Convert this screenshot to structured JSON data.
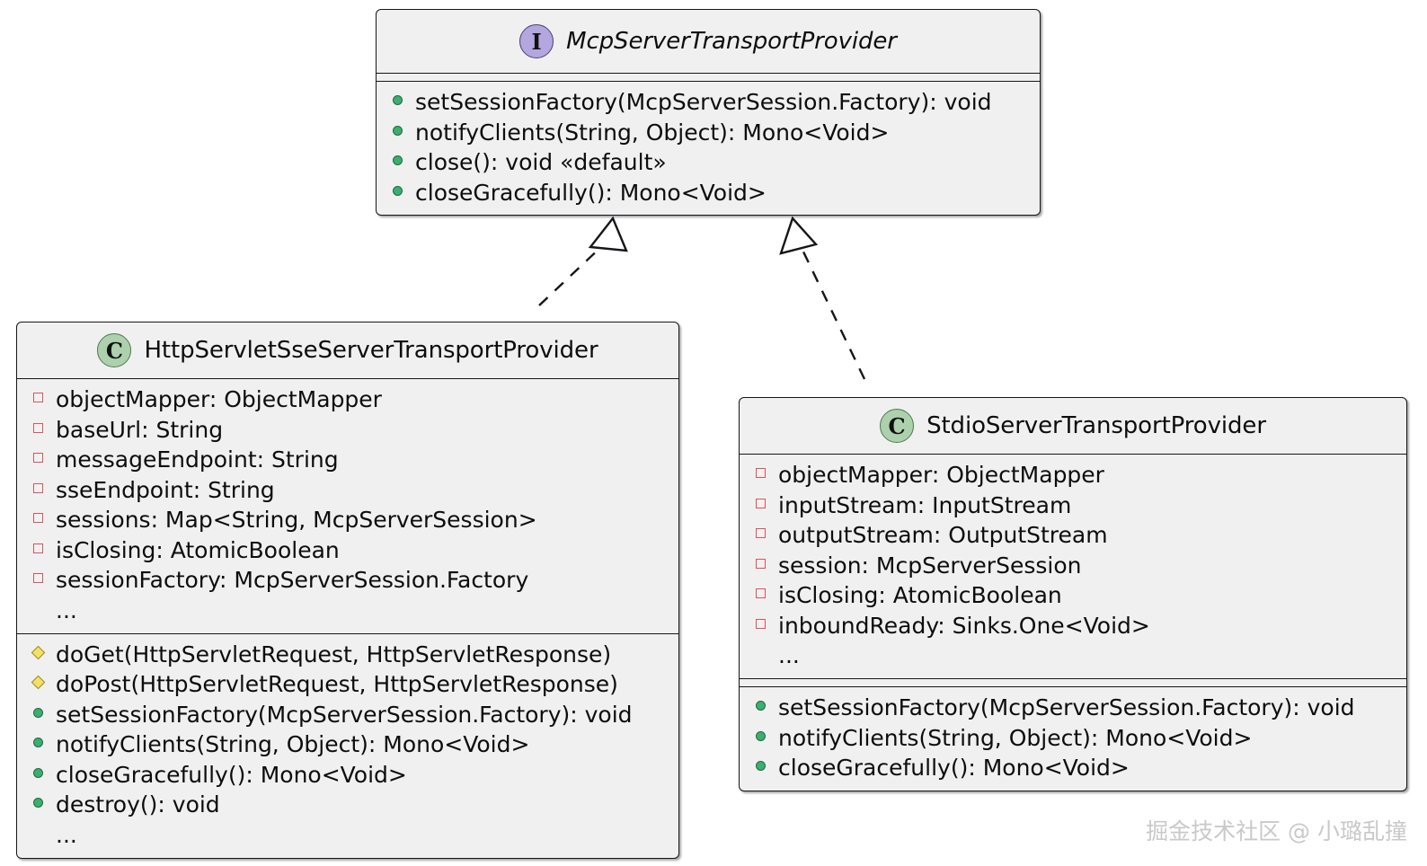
{
  "diagram": {
    "kind": "uml-class-diagram",
    "background": "#ffffff",
    "colors": {
      "box_fill": "#f0f0f0",
      "box_border": "#16161a",
      "interface_badge": "#b4a7e0",
      "class_badge": "#add1ad",
      "public_marker": "#3cae6e",
      "private_marker": "#d4565f",
      "protected_marker": "#f2e06a",
      "watermark": "#c9c9c9"
    }
  },
  "interface": {
    "stereotype_letter": "I",
    "badge_icon": "interface-badge-icon",
    "name": "McpServerTransportProvider",
    "fields": [],
    "methods": [
      {
        "visibility": "public",
        "text": "setSessionFactory(McpServerSession.Factory): void"
      },
      {
        "visibility": "public",
        "text": "notifyClients(String, Object): Mono<Void>"
      },
      {
        "visibility": "public",
        "text": "close(): void «default»"
      },
      {
        "visibility": "public",
        "text": "closeGracefully(): Mono<Void>"
      }
    ]
  },
  "class_left": {
    "stereotype_letter": "C",
    "badge_icon": "class-badge-icon",
    "name": "HttpServletSseServerTransportProvider",
    "fields": [
      {
        "visibility": "private",
        "text": "objectMapper: ObjectMapper"
      },
      {
        "visibility": "private",
        "text": "baseUrl: String"
      },
      {
        "visibility": "private",
        "text": "messageEndpoint: String"
      },
      {
        "visibility": "private",
        "text": "sseEndpoint: String"
      },
      {
        "visibility": "private",
        "text": "sessions: Map<String, McpServerSession>"
      },
      {
        "visibility": "private",
        "text": "isClosing: AtomicBoolean"
      },
      {
        "visibility": "private",
        "text": "sessionFactory: McpServerSession.Factory"
      },
      {
        "visibility": "none",
        "text": "..."
      }
    ],
    "methods": [
      {
        "visibility": "protected",
        "text": "doGet(HttpServletRequest, HttpServletResponse)"
      },
      {
        "visibility": "protected",
        "text": "doPost(HttpServletRequest, HttpServletResponse)"
      },
      {
        "visibility": "public",
        "text": "setSessionFactory(McpServerSession.Factory): void"
      },
      {
        "visibility": "public",
        "text": "notifyClients(String, Object): Mono<Void>"
      },
      {
        "visibility": "public",
        "text": "closeGracefully(): Mono<Void>"
      },
      {
        "visibility": "public",
        "text": "destroy(): void"
      },
      {
        "visibility": "none",
        "text": "..."
      }
    ]
  },
  "class_right": {
    "stereotype_letter": "C",
    "badge_icon": "class-badge-icon",
    "name": "StdioServerTransportProvider",
    "fields": [
      {
        "visibility": "private",
        "text": "objectMapper: ObjectMapper"
      },
      {
        "visibility": "private",
        "text": "inputStream: InputStream"
      },
      {
        "visibility": "private",
        "text": "outputStream: OutputStream"
      },
      {
        "visibility": "private",
        "text": "session: McpServerSession"
      },
      {
        "visibility": "private",
        "text": "isClosing: AtomicBoolean"
      },
      {
        "visibility": "private",
        "text": "inboundReady: Sinks.One<Void>"
      },
      {
        "visibility": "none",
        "text": "..."
      }
    ],
    "methods": [
      {
        "visibility": "public",
        "text": "setSessionFactory(McpServerSession.Factory): void"
      },
      {
        "visibility": "public",
        "text": "notifyClients(String, Object): Mono<Void>"
      },
      {
        "visibility": "public",
        "text": "closeGracefully(): Mono<Void>"
      }
    ]
  },
  "relations": [
    {
      "type": "realization",
      "from": "HttpServletSseServerTransportProvider",
      "to": "McpServerTransportProvider",
      "line": "dashed",
      "arrowhead": "hollow-triangle"
    },
    {
      "type": "realization",
      "from": "StdioServerTransportProvider",
      "to": "McpServerTransportProvider",
      "line": "dashed",
      "arrowhead": "hollow-triangle"
    }
  ],
  "watermark": {
    "text": "掘金技术社区 @ 小璐乱撞"
  }
}
